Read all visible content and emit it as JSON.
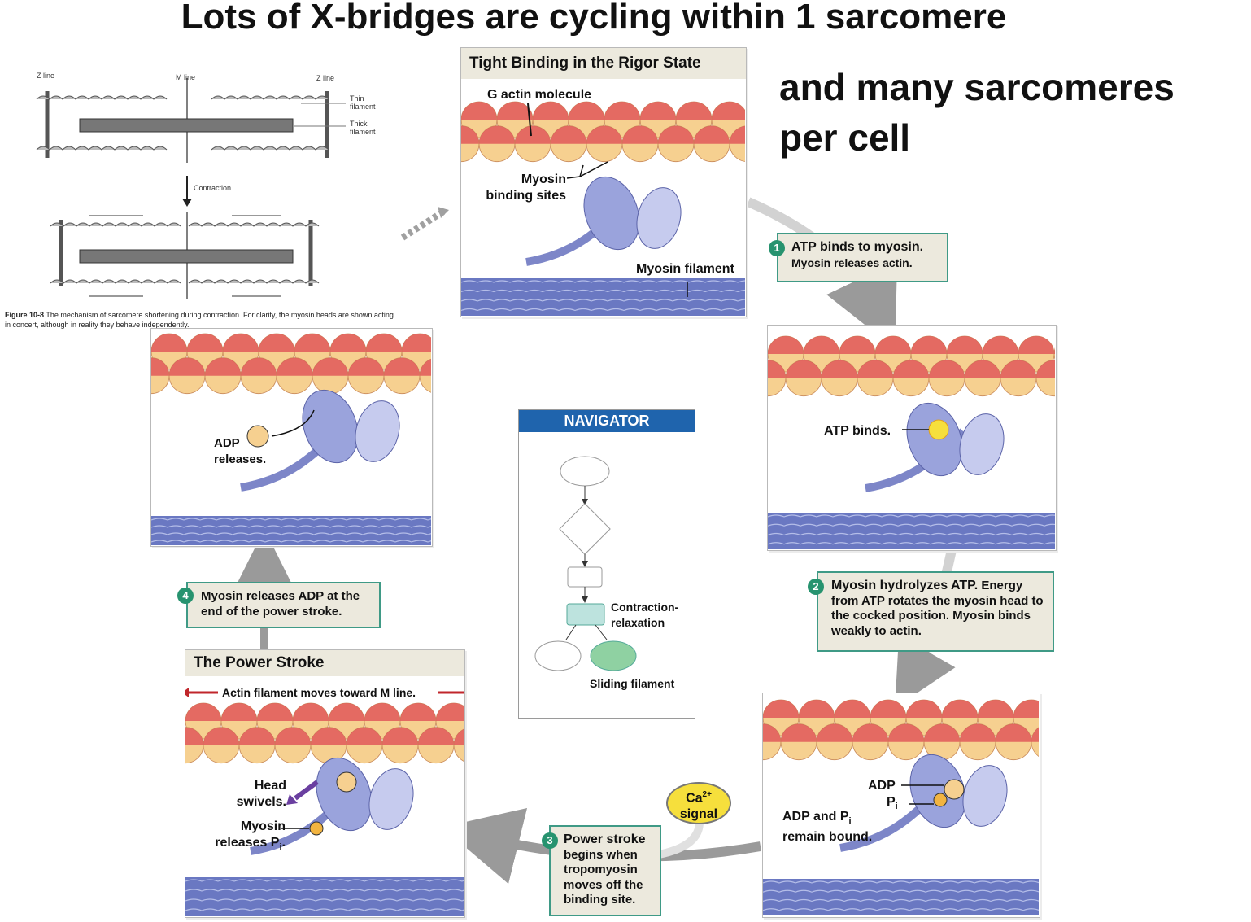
{
  "title": "Lots of X-bridges are cycling within 1 sarcomere",
  "subtitle_line1": "and many sarcomeres",
  "subtitle_line2": "per cell",
  "figure": {
    "z_line_left": "Z line",
    "m_line": "M line",
    "z_line_right": "Z line",
    "thin_filament": "Thin filament",
    "thick_filament": "Thick filament",
    "contraction": "Contraction",
    "caption_bold": "Figure 10-8",
    "caption_text": "The mechanism of sarcomere shortening during contraction. For clarity, the myosin heads are shown acting in concert, although in reality they behave independently."
  },
  "rigor": {
    "header": "Tight Binding in the Rigor State",
    "g_actin": "G actin molecule",
    "binding_sites": "Myosin binding sites",
    "myosin_filament": "Myosin filament"
  },
  "step1": {
    "number": "1",
    "bold": "ATP binds to myosin.",
    "text": "Myosin releases actin."
  },
  "atp_binds": "ATP binds.",
  "step2": {
    "number": "2",
    "bold": "Myosin hydrolyzes ATP.",
    "text": "Energy from ATP rotates the myosin head to the cocked position. Myosin binds weakly to actin."
  },
  "adp_panel": {
    "adp": "ADP",
    "pi": "P",
    "pi_sub": "i",
    "remain_a": "ADP and P",
    "remain_sub": "i",
    "remain_b": "remain bound."
  },
  "ca_signal": {
    "ca": "Ca",
    "sup": "2+",
    "signal": "signal"
  },
  "step3": {
    "number": "3",
    "bold": "Power stroke",
    "text": "begins when tropomyosin moves off the binding site."
  },
  "power": {
    "header": "The Power Stroke",
    "moves": "Actin filament moves toward M line.",
    "head": "Head swivels.",
    "myosin_releases": "Myosin releases P",
    "pi_sub": "i",
    "period": "."
  },
  "step4": {
    "number": "4",
    "text": "Myosin releases ADP at the end of the power stroke."
  },
  "adp_releases": {
    "adp": "ADP",
    "releases": "releases."
  },
  "navigator": {
    "header": "NAVIGATOR",
    "contraction": "Contraction-",
    "relaxation": "relaxation",
    "sliding": "Sliding filament"
  },
  "colors": {
    "teal": "#3f9a86",
    "nav_blue": "#1f64ad",
    "actin_red": "#e0585a",
    "actin_cream": "#f6d090",
    "myosin_blue": "#7d86c8",
    "ca_yellow": "#f6df3c"
  }
}
